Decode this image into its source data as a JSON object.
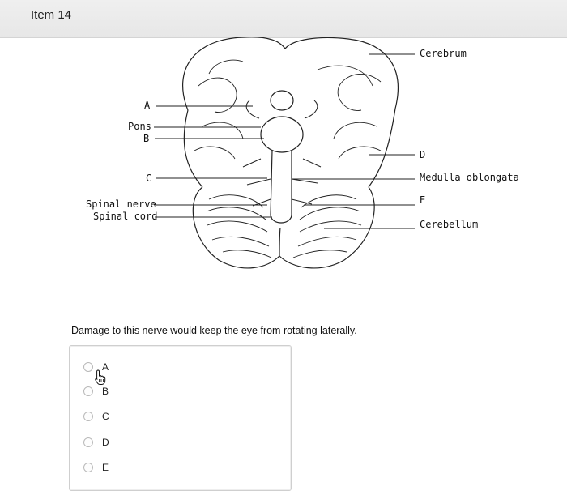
{
  "item": {
    "title": "Item 14"
  },
  "diagram": {
    "labels": {
      "A": "A",
      "pons": "Pons",
      "B": "B",
      "C": "C",
      "spinal_nerve": "Spinal nerve",
      "spinal_cord": "Spinal cord",
      "cerebrum": "Cerebrum",
      "D": "D",
      "medulla": "Medulla oblongata",
      "E": "E",
      "cerebellum": "Cerebellum"
    }
  },
  "question": {
    "text": "Damage to this nerve would keep the eye from rotating laterally."
  },
  "answers": {
    "options": [
      {
        "label": "A"
      },
      {
        "label": "B"
      },
      {
        "label": "C"
      },
      {
        "label": "D"
      },
      {
        "label": "E"
      }
    ]
  },
  "icons": {
    "cursor": "hand-pointer-icon",
    "radio": "radio-button-icon"
  }
}
